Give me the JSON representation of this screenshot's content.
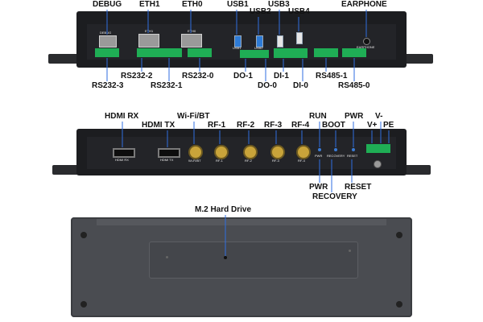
{
  "top_panel": {
    "labels_above": [
      "DEBUG",
      "ETH1",
      "ETH0",
      "USB1",
      "USB2",
      "USB3",
      "USB4",
      "EARPHONE"
    ],
    "labels_below": [
      "RS232-3",
      "RS232-2",
      "RS232-1",
      "RS232-0",
      "DO-1",
      "DO-0",
      "DI-1",
      "DI-0",
      "RS485-1",
      "RS485-0"
    ],
    "silkscreen": {
      "debug": "DEBUG",
      "eth1": "ETH1",
      "eth0": "ETH0",
      "usb1": "USB1",
      "usb2": "USB2",
      "earphone": "EARPHONE"
    }
  },
  "middle_panel": {
    "labels_above": [
      "HDMI RX",
      "HDMI TX",
      "Wi-Fi/BT",
      "RF-1",
      "RF-2",
      "RF-3",
      "RF-4",
      "RUN",
      "BOOT",
      "PWR",
      "V-",
      "V+",
      "PE"
    ],
    "labels_below": [
      "PWR",
      "RECOVERY",
      "RESET"
    ],
    "silkscreen": {
      "hdmi_rx": "HDMI RX",
      "hdmi_tx": "HDMI TX",
      "wifi": "Wi-Fi/BT",
      "rf1": "RF-1",
      "rf2": "RF-2",
      "rf3": "RF-3",
      "rf4": "RF-4",
      "pwr": "PWR",
      "recovery": "RECOVERY",
      "reset": "RESET"
    }
  },
  "bottom_panel": {
    "label": "M.2 Hard Drive"
  },
  "colors": {
    "body": "#1c1d20",
    "terminal_green": "#1fae55",
    "metal": "#8a8a8a",
    "bottom_plate": "#4a4c51"
  }
}
